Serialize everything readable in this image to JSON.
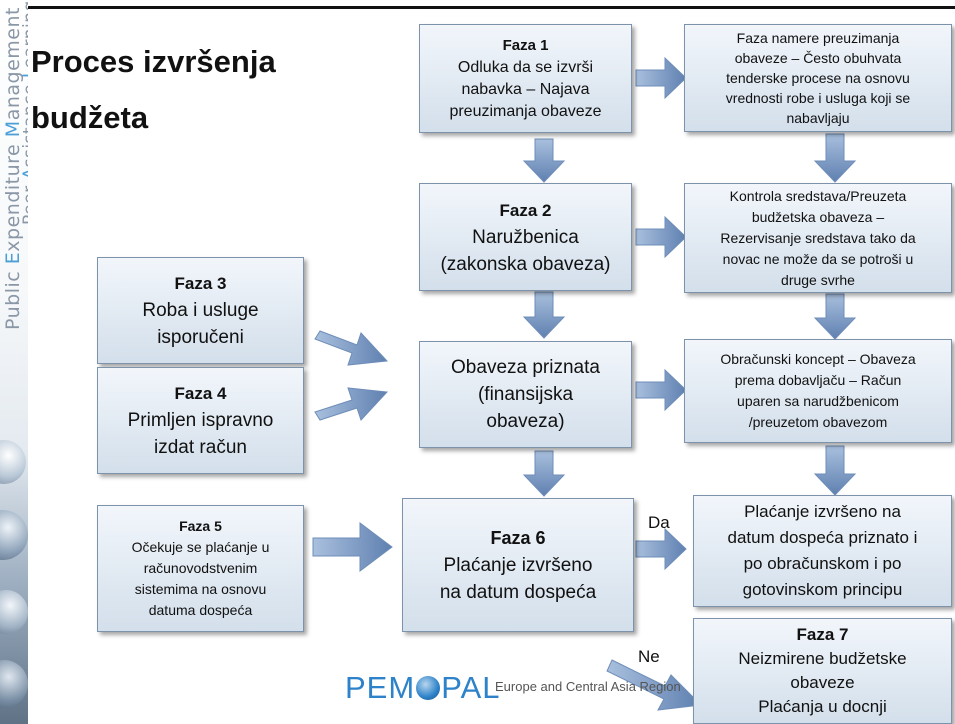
{
  "sidebar": {
    "line1": {
      "p1": "Public ",
      "e": "E",
      "p2": "xpenditure ",
      "m": "M",
      "p3": "anagement"
    },
    "line2": {
      "p1": "Peer ",
      "a": "A",
      "p2": "ssistance ",
      "l": "L",
      "p3": "earning"
    }
  },
  "title": "Proces izvršenja budžeta",
  "faza1": {
    "head": "Faza 1",
    "lines": [
      "Odluka da se izvrši",
      "nabavka – Najava",
      "preuzimanja obaveze"
    ]
  },
  "note1": {
    "lines": [
      "Faza namere preuzimanja",
      "obaveze – Često obuhvata",
      "tenderske procese na osnovu",
      "vrednosti robe i usluga koji se",
      "nabavljaju"
    ]
  },
  "faza2": {
    "head": "Faza 2",
    "lines": [
      "Naružbenica",
      "(zakonska obaveza)"
    ]
  },
  "note2": {
    "lines": [
      "Kontrola sredstava/Preuzeta",
      "budžetska obaveza –",
      "Rezervisanje sredstava tako da",
      "novac ne može da se potroši u",
      "druge svrhe"
    ]
  },
  "faza3": {
    "head": "Faza 3",
    "lines": [
      "Roba i usluge",
      "isporučeni"
    ]
  },
  "faza4": {
    "head": "Faza 4",
    "lines": [
      "Primljen ispravno",
      "izdat račun"
    ]
  },
  "obaveza": {
    "lines": [
      "Obaveza priznata",
      "(finansijska",
      "obaveza)"
    ]
  },
  "note3": {
    "lines": [
      "Obračunski koncept – Obaveza",
      "prema dobavljaču – Račun",
      "uparen sa narudžbenicom",
      "/preuzetom obavezom"
    ]
  },
  "faza5": {
    "head": "Faza 5",
    "lines": [
      "Očekuje se plaćanje u",
      "računovodstvenim",
      "sistemima na osnovu",
      "datuma dospeća"
    ]
  },
  "faza6": {
    "head": "Faza 6",
    "lines": [
      "Plaćanje izvršeno",
      "na datum dospeća"
    ]
  },
  "note4": {
    "lines": [
      "Plaćanje izvršeno na",
      "datum dospeća priznato i",
      "po obračunskom i po",
      "gotovinskom principu"
    ]
  },
  "faza7": {
    "head": "Faza 7",
    "lines": [
      "Neizmirene budžetske",
      "obaveze",
      "Plaćanja u docnji"
    ]
  },
  "labels": {
    "da": "Da",
    "ne": "Ne"
  },
  "logo": {
    "pem": "PEM",
    "pal": "PAL",
    "region": "Europe and Central Asia Region"
  },
  "colors": {
    "box_border": "#7d93ab",
    "arrow": "#7f9dc6",
    "logo": "#2d82c9"
  }
}
